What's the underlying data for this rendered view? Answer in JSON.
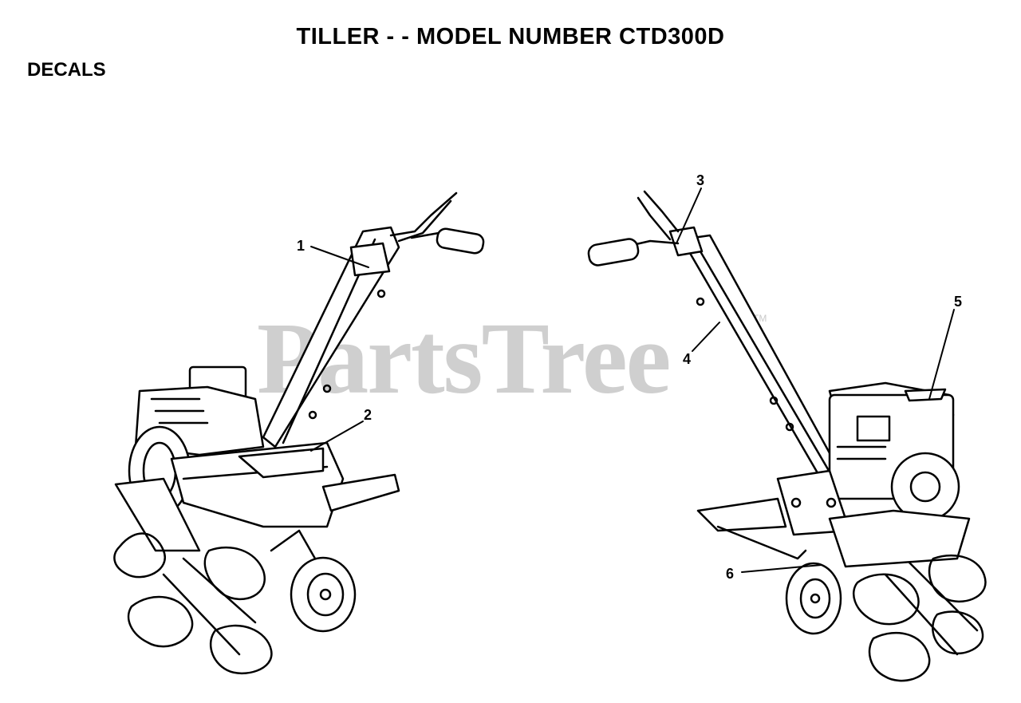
{
  "page": {
    "title": "TILLER - - MODEL NUMBER CTD300D",
    "section": "DECALS",
    "watermark": "PartsTree",
    "watermark_mark": "TM"
  },
  "callouts": [
    {
      "id": "1",
      "label": "1"
    },
    {
      "id": "2",
      "label": "2"
    },
    {
      "id": "3",
      "label": "3"
    },
    {
      "id": "4",
      "label": "4"
    },
    {
      "id": "5",
      "label": "5"
    },
    {
      "id": "6",
      "label": "6"
    }
  ],
  "colors": {
    "ink": "#000000",
    "watermark": "#cfcfcf",
    "background": "#ffffff"
  }
}
